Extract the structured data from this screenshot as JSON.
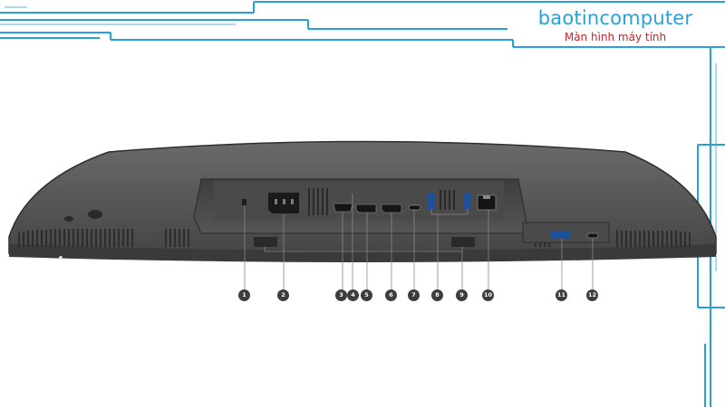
{
  "brand": {
    "name": "baotincomputer",
    "tagline": "Màn hình máy tính",
    "accent_color": "#2aa0d8",
    "tagline_color": "#c0262d"
  },
  "monitor": {
    "body_color": "#5a5a5a",
    "panel_color": "#4a4a4a",
    "ports": [
      {
        "label": "1",
        "icon": "lock-slot-icon"
      },
      {
        "label": "2",
        "icon": "power-connector-icon"
      },
      {
        "label": "3",
        "icon": "hdmi-port-icon"
      },
      {
        "label": "4",
        "icon": "displayport-port-icon"
      },
      {
        "label": "5",
        "icon": "displayport-port-icon"
      },
      {
        "label": "6",
        "icon": "displayport-port-icon"
      },
      {
        "label": "7",
        "icon": "usb-c-port-icon"
      },
      {
        "label": "8",
        "icon": "usb-a-port-icon"
      },
      {
        "label": "9",
        "icon": "cable-clip-icon"
      },
      {
        "label": "10",
        "icon": "ethernet-port-icon"
      },
      {
        "label": "11",
        "icon": "usb-a-port-icon"
      },
      {
        "label": "12",
        "icon": "usb-c-port-icon"
      }
    ]
  }
}
